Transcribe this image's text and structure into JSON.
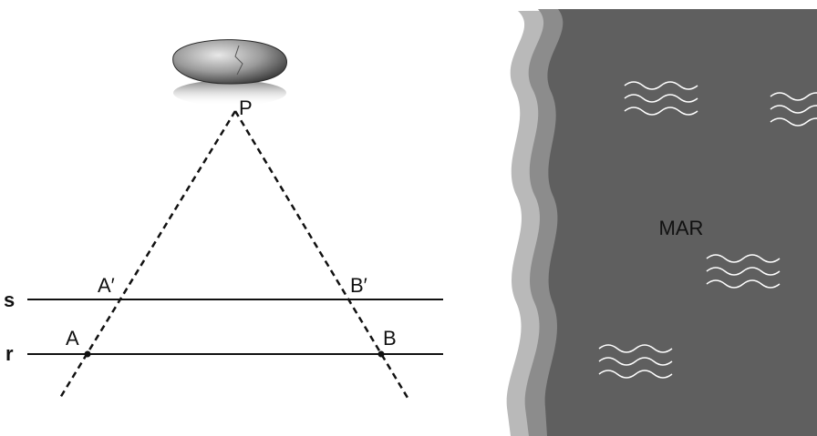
{
  "points": {
    "P": "P",
    "A": "A",
    "B": "B",
    "A_prime": "A′",
    "B_prime": "B′"
  },
  "lines": {
    "s": "s",
    "r": "r"
  },
  "sea": {
    "label": "MAR"
  },
  "colors": {
    "sea": "#5f5f5f",
    "shore_dark": "#8c8c8c",
    "shore_light": "#b9b9b9",
    "line": "#111111",
    "wave": "#ffffff"
  },
  "icons": {
    "stone": "stone-icon",
    "waves": "wave-icon"
  }
}
